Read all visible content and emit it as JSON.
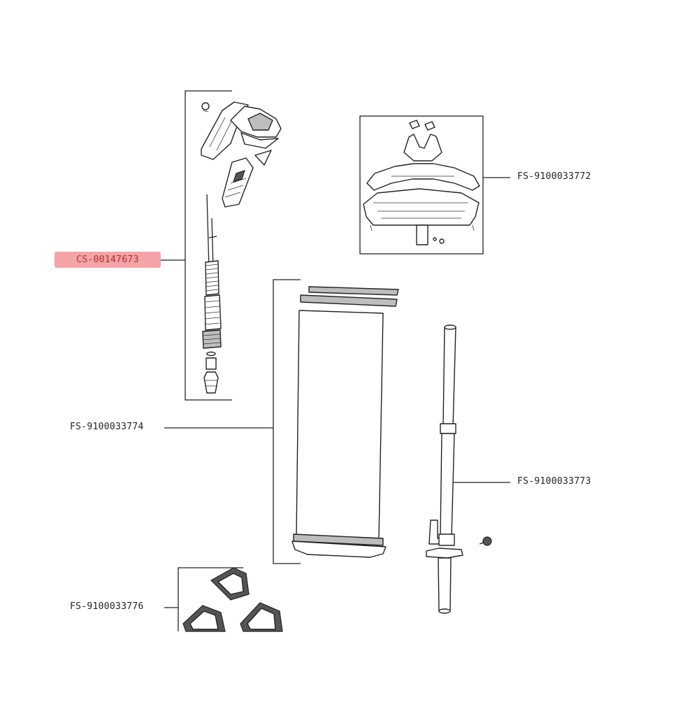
{
  "callouts": [
    {
      "id": "hose",
      "label": "CS-00147673",
      "highlighted": true
    },
    {
      "id": "hanger",
      "label": "FS-9100033772",
      "highlighted": false
    },
    {
      "id": "board",
      "label": "FS-9100033774",
      "highlighted": false
    },
    {
      "id": "pole",
      "label": "FS-9100033773",
      "highlighted": false
    },
    {
      "id": "feet",
      "label": "FS-9100033776",
      "highlighted": false
    }
  ],
  "colors": {
    "highlight": "#f4a3a6",
    "line": "#222222"
  }
}
